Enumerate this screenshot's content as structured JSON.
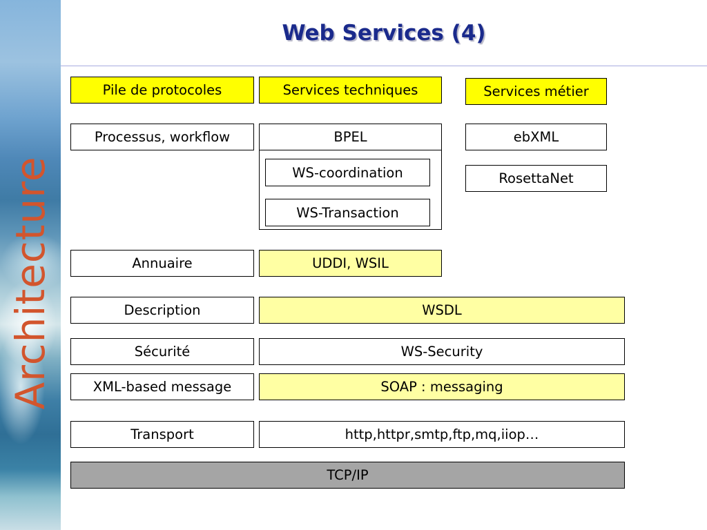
{
  "slide": {
    "title": "Web Services (4)",
    "side_label": "Architecture"
  },
  "headers": {
    "protocols": "Pile de protocoles",
    "technical": "Services techniques",
    "business": "Services métier"
  },
  "layers": {
    "process": "Processus, workflow",
    "directory": "Annuaire",
    "description": "Description",
    "security": "Sécurité",
    "message": "XML-based message",
    "transport": "Transport"
  },
  "technical": {
    "bpel": "BPEL",
    "ws_coordination": "WS-coordination",
    "ws_transaction": "WS-Transaction",
    "uddi": "UDDI, WSIL",
    "wsdl": "WSDL",
    "ws_security": "WS-Security",
    "soap": "SOAP : messaging",
    "transport_protocols": "http,httpr,smtp,ftp,mq,iiop…",
    "tcpip": "TCP/IP"
  },
  "business": {
    "ebxml": "ebXML",
    "rosettanet": "RosettaNet"
  },
  "colors": {
    "title": "#1a2a8c",
    "side_label": "#d2552d",
    "header_fill": "#ffff00",
    "highlight_fill": "#ffffa3",
    "base_fill": "#a5a5a5",
    "rule": "#a8abe0"
  }
}
